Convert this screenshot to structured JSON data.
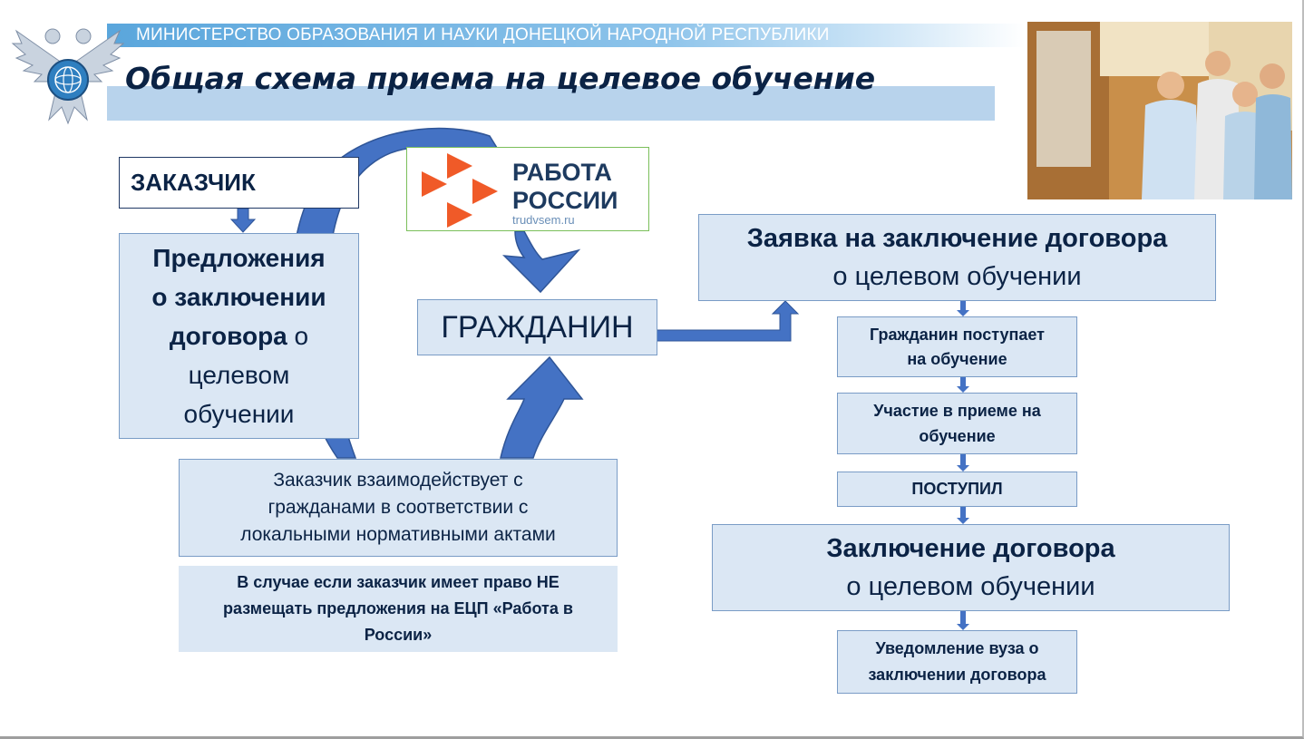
{
  "header": {
    "ministry": "МИНИСТЕРСТВО ОБРАЗОВАНИЯ И НАУКИ ДОНЕЦКОЙ НАРОДНОЙ РЕСПУБЛИКИ",
    "title": "Общая схема приема на целевое обучение"
  },
  "logo": {
    "line1": "РАБОТА",
    "line2": "РОССИИ",
    "site": "trudvsem.ru"
  },
  "left": {
    "customer": "ЗАКАЗЧИК",
    "offers_bold_1": "Предложения",
    "offers_bold_2": "о заключении",
    "offers_bold_3": "договора",
    "offers_tail_3": " о",
    "offers_4": "целевом",
    "offers_5": "обучении"
  },
  "center": {
    "citizen": "ГРАЖДАНИН",
    "interaction_1": "Заказчик взаимодействует с",
    "interaction_2": "гражданами в соответствии с",
    "interaction_3": "локальными нормативными актами",
    "exception_1": "В случае если заказчик имеет право НЕ",
    "exception_2": "размещать предложения на ЕЦП «Работа в",
    "exception_3": "России»"
  },
  "right": {
    "application_bold": "Заявка на заключение договора",
    "application_rest": "о целевом обучении",
    "step1_1": "Гражданин поступает",
    "step1_2": "на обучение",
    "step2_1": "Участие в приеме на",
    "step2_2": "обучение",
    "step3": "ПОСТУПИЛ",
    "contract_bold": "Заключение договора",
    "contract_rest": "о целевом обучении",
    "notify_1": "Уведомление вуза о",
    "notify_2": "заключении договора"
  },
  "colors": {
    "box_fill": "#dbe7f4",
    "arrow": "#4472c4",
    "title": "#0b2345",
    "logo_orange": "#f05a28"
  }
}
